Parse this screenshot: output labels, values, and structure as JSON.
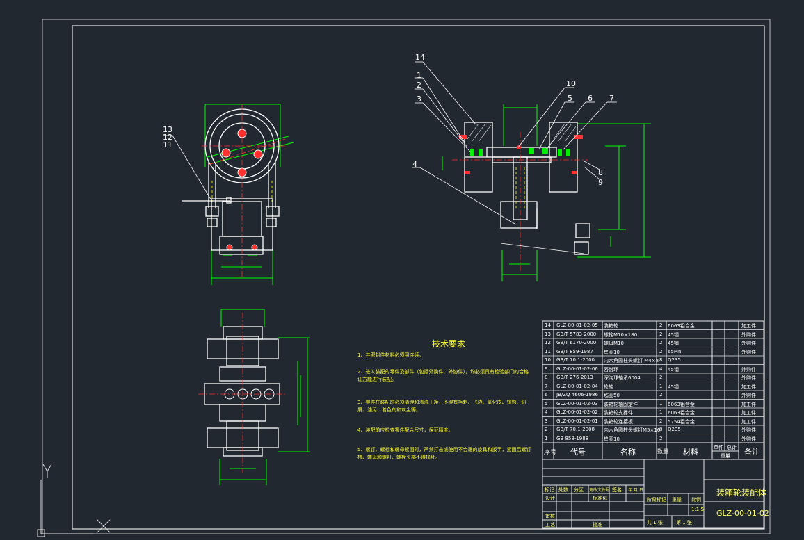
{
  "drawing": {
    "title": "装箱轮装配体",
    "code": "GLZ-00-01-02",
    "scale": "1:1.5",
    "sheet_total": "共 1 张",
    "sheet_no": "第 1 张"
  },
  "tech_notes": {
    "title": "技术要求",
    "items": [
      "1、并密封件材料必须用连续。",
      "2、进入装配的零件及部件（包括外购件、外协件），均必须具有检验部门的合格证方能进行装配。",
      "3、零件在装配前必须清理和清洗干净，不得有毛刺、飞边、氧化皮、锈蚀、切屑、油污、着色剂和灰尘等。",
      "4、装配前应检查零件配合尺寸，保证精度。",
      "5、螺钉、螺栓和螺母紧固时，严禁打击或使用不合适的旋具和扳手，紧固后螺钉槽、螺母和螺钉、螺栓头部不得损坏。"
    ]
  },
  "parts_list": {
    "header": {
      "no": "序号",
      "code": "代号",
      "name": "名称",
      "qty": "数量",
      "material": "材料",
      "unit": "单件",
      "total": "总计",
      "weight": "重量",
      "remark": "备注"
    },
    "rows": [
      {
        "no": "14",
        "code": "GLZ-00-01-02-05",
        "name": "装箱轮",
        "qty": "2",
        "material": "6063铝合金",
        "remark": "加工件"
      },
      {
        "no": "13",
        "code": "GB/T 5783-2000",
        "name": "螺栓M10×180",
        "qty": "2",
        "material": "45钢",
        "remark": "外购件"
      },
      {
        "no": "12",
        "code": "GB/T 6170-2000",
        "name": "螺母M10",
        "qty": "2",
        "material": "45钢",
        "remark": "外购件"
      },
      {
        "no": "11",
        "code": "GB/T 859-1987",
        "name": "垫圈10",
        "qty": "2",
        "material": "65Mn",
        "remark": "外购件"
      },
      {
        "no": "10",
        "code": "GB/T 70.1-2000",
        "name": "内六角圆柱头螺钉 M4×8",
        "qty": "8",
        "material": "Q235",
        "remark": ""
      },
      {
        "no": "9",
        "code": "GLZ-00-01-02-06",
        "name": "密封环",
        "qty": "4",
        "material": "45钢",
        "remark": "外购件"
      },
      {
        "no": "8",
        "code": "GB/T 276-2013",
        "name": "深沟球轴承6004",
        "qty": "2",
        "material": "",
        "remark": "外购件"
      },
      {
        "no": "7",
        "code": "GLZ-00-01-02-04",
        "name": "轮轴",
        "qty": "1",
        "material": "45钢",
        "remark": "加工件"
      },
      {
        "no": "6",
        "code": "JB/ZQ 4606-1986",
        "name": "毡圈50",
        "qty": "2",
        "material": "",
        "remark": "外购件"
      },
      {
        "no": "5",
        "code": "GLZ-00-01-02-03",
        "name": "装箱轮轴固定件",
        "qty": "1",
        "material": "6063铝合金",
        "remark": "加工件"
      },
      {
        "no": "4",
        "code": "GLZ-00-01-02-02",
        "name": "装箱轮支撑件",
        "qty": "1",
        "material": "6063铝合金",
        "remark": "加工件"
      },
      {
        "no": "3",
        "code": "GLZ-00-01-02-01",
        "name": "装箱轮连接板",
        "qty": "2",
        "material": "5754铝合金",
        "remark": "加工件"
      },
      {
        "no": "2",
        "code": "GB/T 70.1-2008",
        "name": "内六角圆柱头螺钉M5×16",
        "qty": "8",
        "material": "Q235",
        "remark": "外购件"
      },
      {
        "no": "1",
        "code": "GB 858-1988",
        "name": "垫圈10",
        "qty": "2",
        "material": "",
        "remark": "外购件"
      }
    ]
  },
  "title_block": {
    "mark": "标记",
    "count": "处数",
    "zone": "分区",
    "change_doc": "更改文件号",
    "sign": "签名",
    "date": "年.月.日",
    "design": "设计",
    "standard": "标准化",
    "stage_mark": "阶段标记",
    "weight": "重量",
    "scale_label": "比例",
    "review": "审核",
    "process": "工艺",
    "approve": "批准"
  },
  "balloons": [
    "14",
    "1",
    "2",
    "3",
    "10",
    "5",
    "6",
    "7",
    "8",
    "9",
    "4",
    "13",
    "12",
    "11"
  ],
  "colors": {
    "bg": "#212830",
    "line": "#ffffff",
    "dim": "#00ff00",
    "hidden": "#ffff00",
    "center": "#ff3030",
    "text_yellow": "#ffff33",
    "frame": "#c8c8c8"
  }
}
